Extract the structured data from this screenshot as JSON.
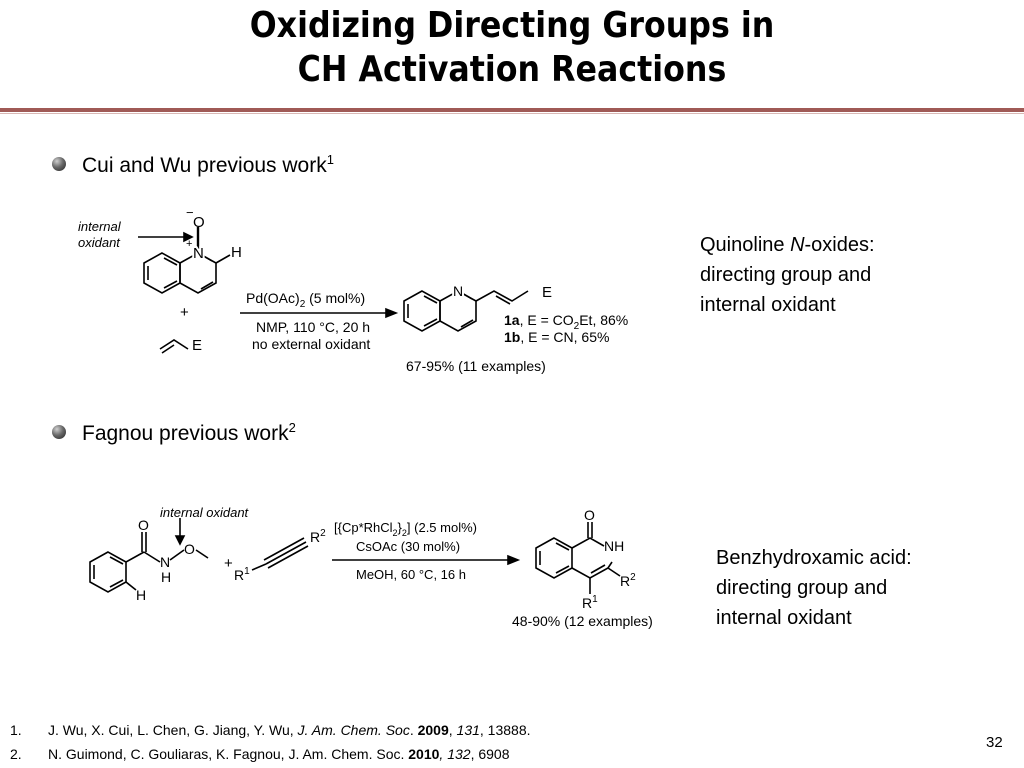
{
  "title": {
    "line1": "Oxidizing Directing Groups in",
    "line2": "CH Activation Reactions"
  },
  "section1": {
    "heading": "Cui and Wu previous work",
    "heading_sup": "1",
    "scheme": {
      "annotation_l1": "internal",
      "annotation_l2": "oxidant",
      "o_minus": "−",
      "o_label": "O",
      "plus_sign": "+",
      "n_label": "N",
      "h_label": "H",
      "plus": "+",
      "alkene_E": "E",
      "cond_top": "Pd(OAc)",
      "cond_top_sub": "2",
      "cond_top_rest": " (5 mol%)",
      "cond_bot1": "NMP, 110 °C, 20 h",
      "cond_bot2": "no external oxidant",
      "prod_n": "N",
      "prod_E": "E",
      "p1_bold": "1a",
      "p1_rest": ", E = CO",
      "p1_sub": "2",
      "p1_end": "Et, 86%",
      "p2_bold": "1b",
      "p2_rest": ", E = CN, 65%",
      "yield": "67-95% (11 examples)"
    },
    "note": {
      "line1_pre": "Quinoline ",
      "line1_italic": "N",
      "line1_post": "-oxides:",
      "line2": "directing group and",
      "line3": "internal oxidant"
    }
  },
  "section2": {
    "heading": "Fagnou previous work",
    "heading_sup": "2",
    "scheme": {
      "annotation": "internal oxidant",
      "o_label": "O",
      "n_label": "N",
      "nh_h": "H",
      "o2_label": "O",
      "h_label": "H",
      "plus": "+",
      "r1": "R",
      "r1_sup": "1",
      "r2": "R",
      "r2_sup": "2",
      "cond_top1": "[{Cp*RhCl",
      "cond_top1_sub1": "2",
      "cond_top1_mid": "}",
      "cond_top1_sub2": "2",
      "cond_top1_rest": "] (2.5 mol%)",
      "cond_top2": "CsOAc (30 mol%)",
      "cond_bot": "MeOH, 60 °C, 16 h",
      "prod_o": "O",
      "prod_nh": "NH",
      "prod_r2": "R",
      "prod_r2_sup": "2",
      "prod_r1": "R",
      "prod_r1_sup": "1",
      "yield": "48-90% (12 examples)"
    },
    "note": {
      "line1": "Benzhydroxamic acid:",
      "line2": "directing group and",
      "line3": "internal oxidant"
    }
  },
  "references": [
    {
      "num": "1.",
      "authors": "J. Wu, X. Cui, L. Chen, G. Jiang, Y. Wu, ",
      "journal": "J. Am. Chem. Soc",
      "sep": ". ",
      "year": "2009",
      "comma1": ", ",
      "volume": "131",
      "pages": ", 13888."
    },
    {
      "num": "2.",
      "authors": "N. Guimond, C. Gouliaras, K. Fagnou, J. Am. Chem. Soc. ",
      "journal": "",
      "sep": "",
      "year": "2010",
      "comma1": ", ",
      "volume": "132",
      "pages": ", 6908"
    }
  ],
  "page_number": "32"
}
